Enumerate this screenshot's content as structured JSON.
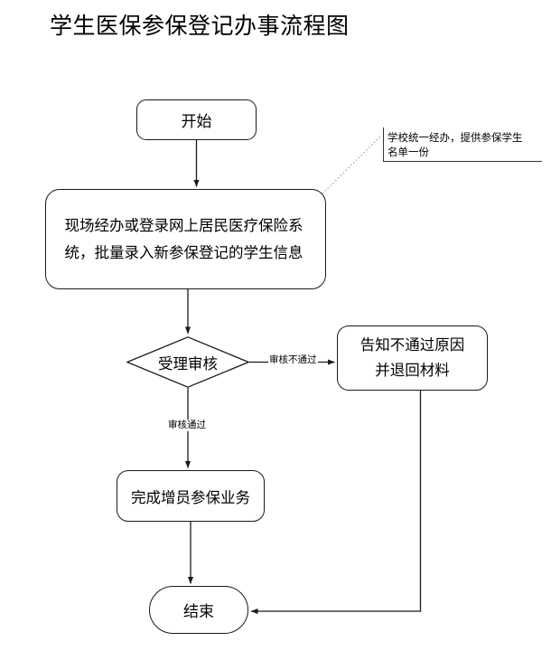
{
  "page": {
    "title": "学生医保参保登记办事流程图",
    "background_color": "#ffffff",
    "line_color": "#1a1a1a"
  },
  "flowchart": {
    "type": "flowchart",
    "orientation": "top-to-bottom",
    "nodes": [
      {
        "id": "start",
        "shape": "terminator",
        "label": "开始"
      },
      {
        "id": "entry",
        "shape": "process",
        "label": "现场经办或登录网上居民医疗保险系统，批量录入新参保登记的学生信息"
      },
      {
        "id": "decision",
        "shape": "diamond",
        "label": "受理审核"
      },
      {
        "id": "reject",
        "shape": "process",
        "label_line1": "告知不通过原因",
        "label_line2": "并退回材料"
      },
      {
        "id": "complete",
        "shape": "process",
        "label": "完成增员参保业务"
      },
      {
        "id": "end",
        "shape": "terminator",
        "label": "结束"
      }
    ],
    "edges": [
      {
        "from": "start",
        "to": "entry",
        "label": ""
      },
      {
        "from": "entry",
        "to": "decision",
        "label": ""
      },
      {
        "from": "decision",
        "to": "reject",
        "label": "审核不通过"
      },
      {
        "from": "decision",
        "to": "complete",
        "label": "审核通过"
      },
      {
        "from": "complete",
        "to": "end",
        "label": ""
      },
      {
        "from": "reject",
        "to": "end",
        "label": ""
      }
    ],
    "annotations": [
      {
        "id": "note-school",
        "attached_to": "entry",
        "connector": "dotted",
        "line1": "学校统一经办，提供参保学生",
        "line2": "名单一份"
      }
    ]
  }
}
